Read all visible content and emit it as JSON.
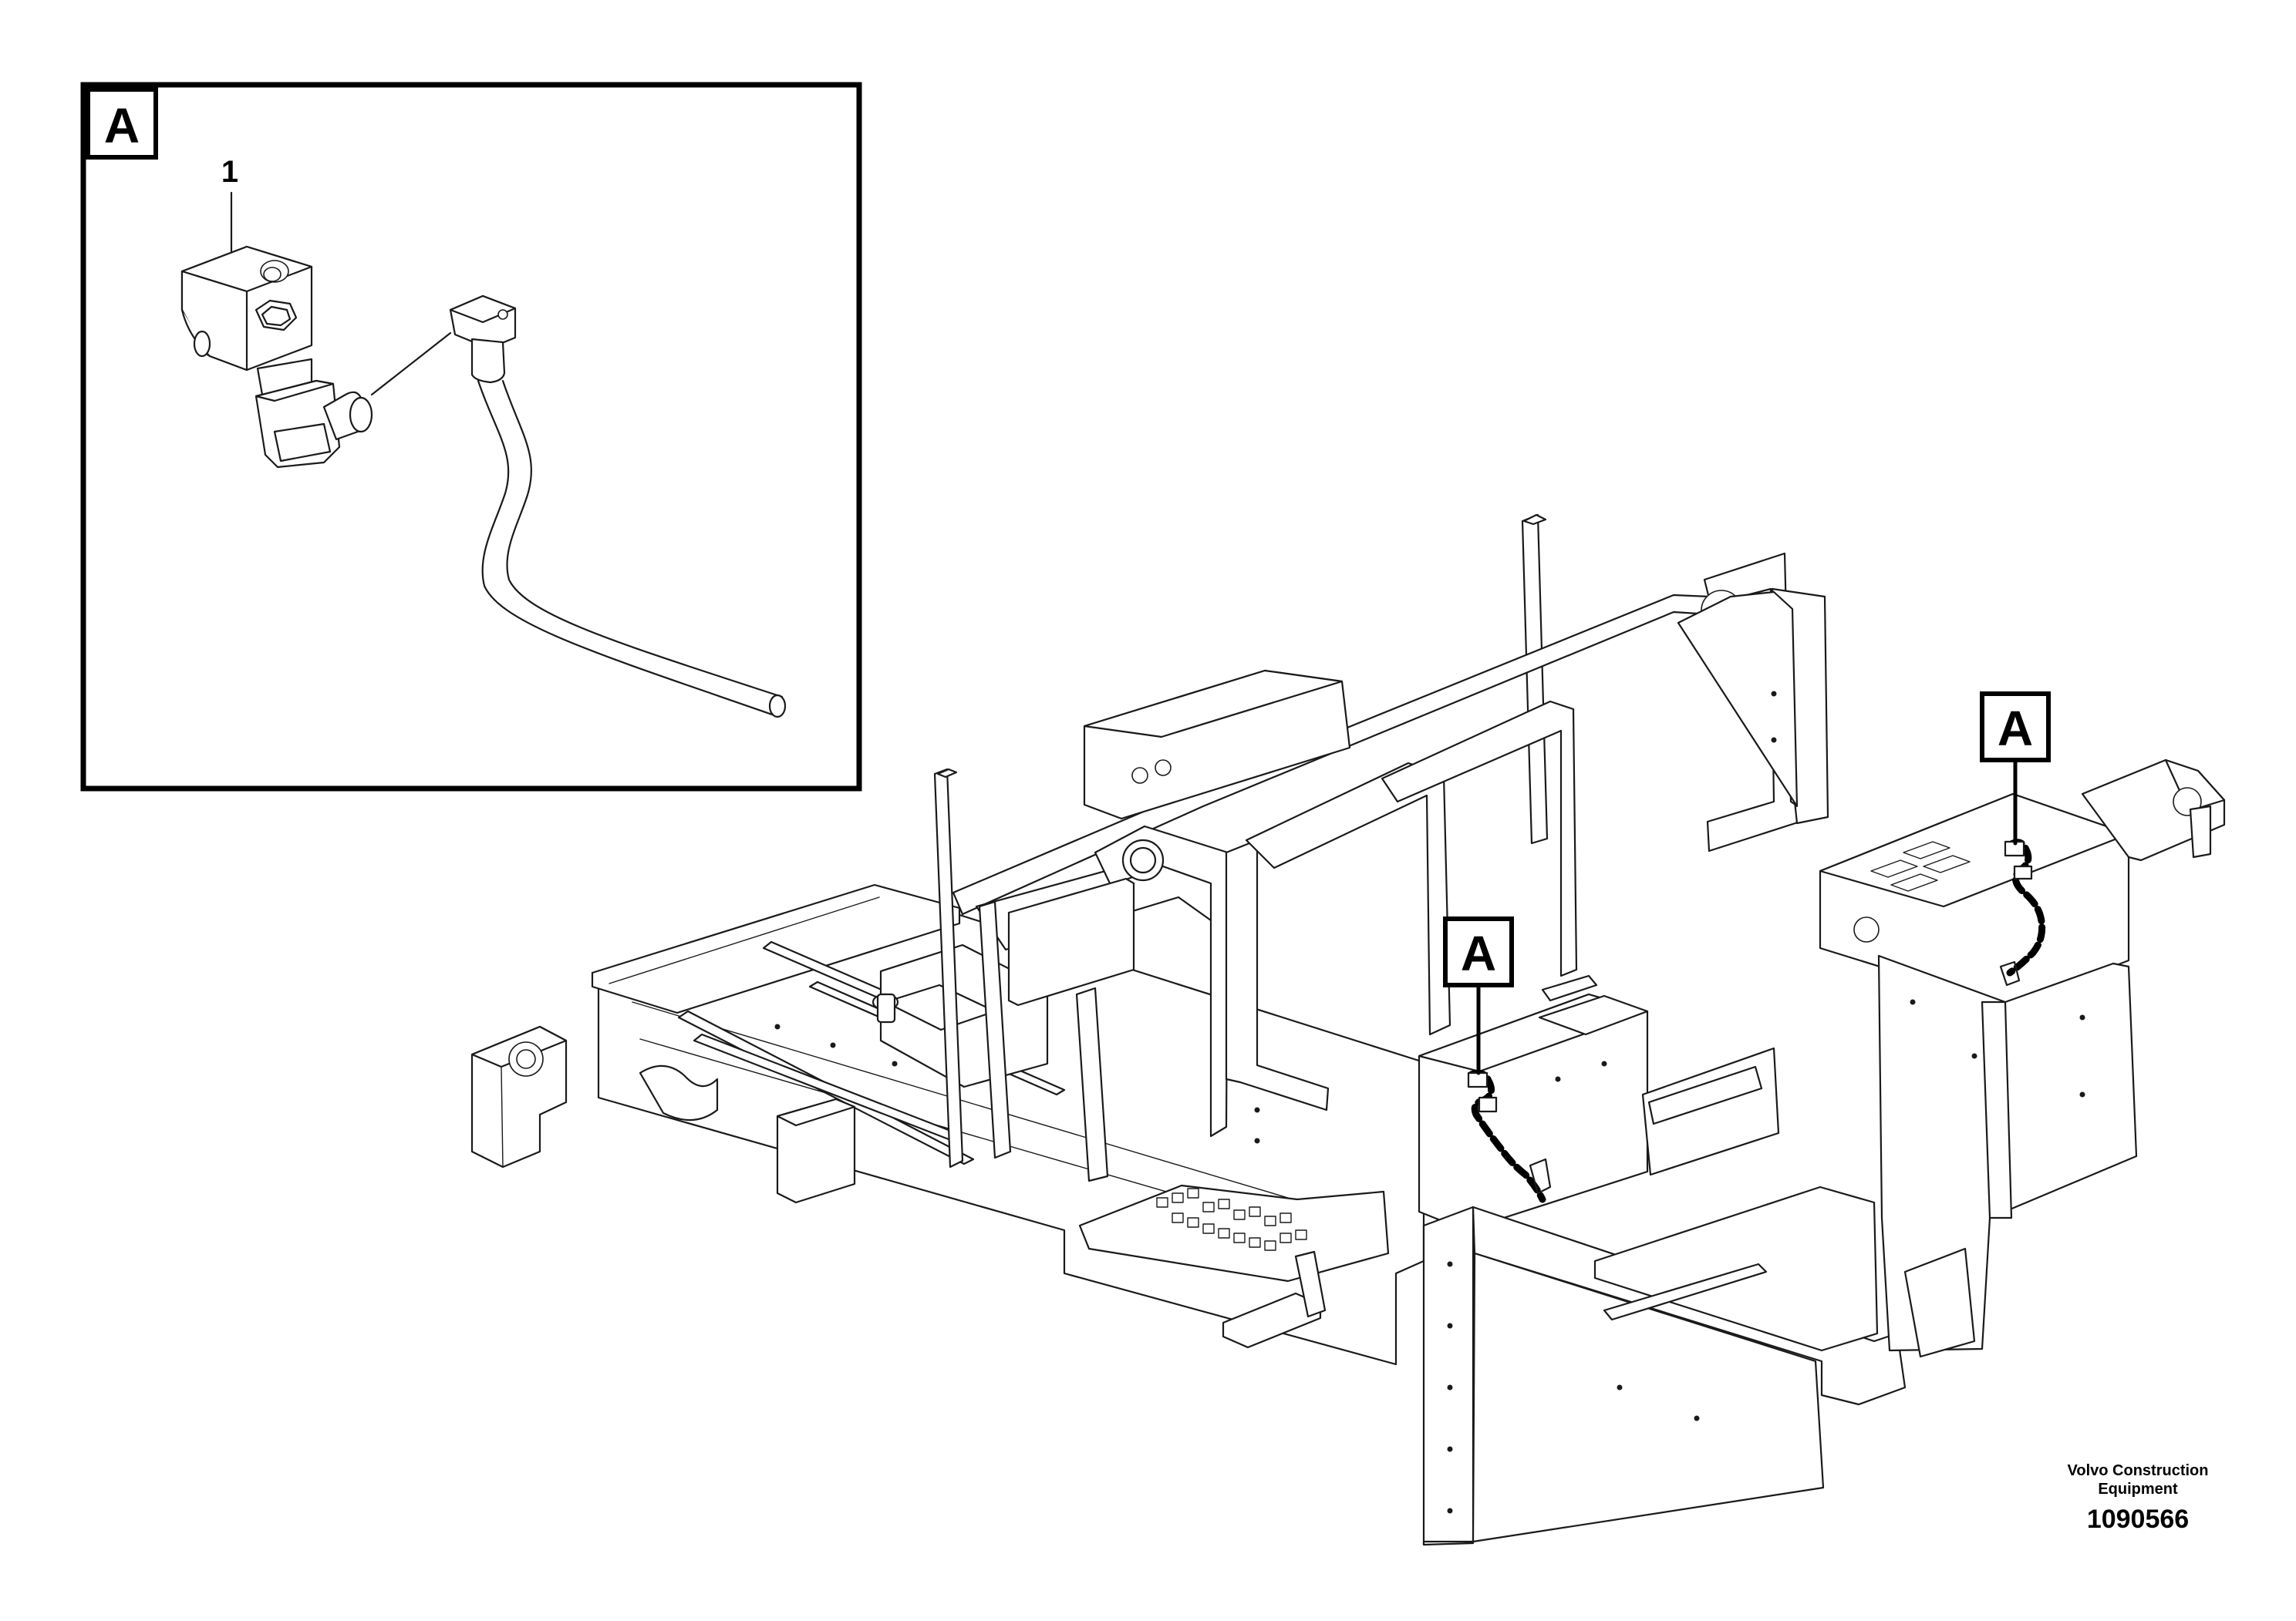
{
  "detail_panel": {
    "label": "A",
    "item_number": "1"
  },
  "callouts": [
    {
      "label": "A"
    },
    {
      "label": "A"
    }
  ],
  "footer": {
    "brand_line1": "Volvo Construction",
    "brand_line2": "Equipment",
    "reference_number": "1090566"
  }
}
